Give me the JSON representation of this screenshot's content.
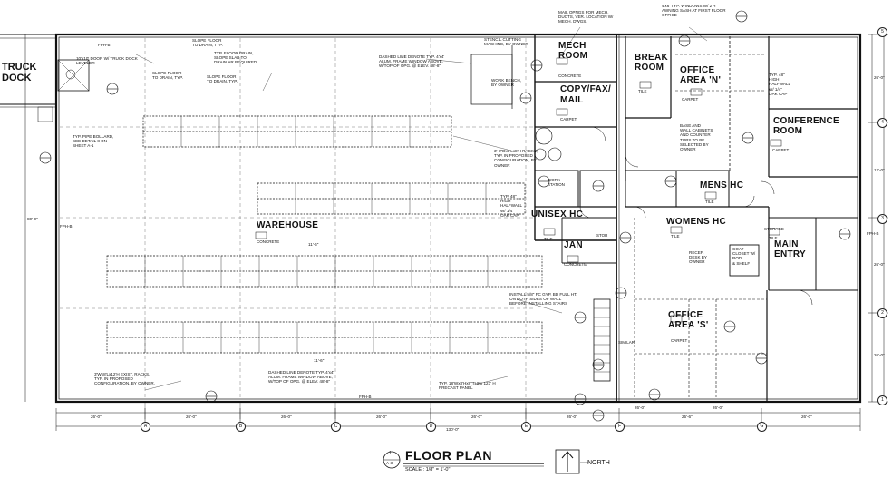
{
  "rooms": {
    "truck_dock": "TRUCK DOCK",
    "warehouse": "WAREHOUSE",
    "warehouse_finish": "CONCRETE",
    "mech_room": "MECH ROOM",
    "mech_finish": "CONCRETE",
    "break_room": "BREAK ROOM",
    "break_finish": "TILE",
    "office_n": "OFFICE AREA 'N'",
    "office_n_finish": "CARPET",
    "copy_fax": "COPY/FAX/",
    "mail": "MAIL",
    "copy_finish": "CARPET",
    "conference_room": "CONFERENCE ROOM",
    "conference_finish": "CARPET",
    "mens_hc": "MENS HC",
    "mens_finish": "TILE",
    "unisex_hc": "UNISEX HC",
    "unisex_finish": "TILE",
    "womens_hc": "WOMENS HC",
    "womens_finish": "TILE",
    "jan": "JAN",
    "jan_finish": "CONCRETE",
    "storage": "STORAGE",
    "storage_finish": "TILE",
    "main_entry": "MAIN ENTRY",
    "office_s": "OFFICE AREA 'S'",
    "office_s_finish": "CARPET",
    "work_station": "WORK STATION",
    "stor": "STOR",
    "similar": "SIMILAR"
  },
  "notes": {
    "dock_door": "10'x10' DOOR W/ TRUCK DOCK\nLEVELER",
    "floor_drain": "TYP. FLOOR DRAIN,\nSLOPE SLAB TO\nDRAIN AR REQUIRED.",
    "slope_floor_a": "SLOPE FLOOR\nTO DRAIN, TYP.",
    "slope_floor_b": "SLOPE FLOOR\nTO DRAIN, TYP.",
    "slope_floor_c": "SLOPE FLOOR\nTO DRAIN, TYP.",
    "window_north": "DASHED LINE DENOTE TYP. 4'x4'\nALUM. FRAME WINDOW ABOVE,\nW/TOP OF OPG. @ ELEV. 48'-8\"",
    "stencil": "STENCIL CUTTING\nMACHINE, BY OWNER",
    "work_bench": "WORK BENCH,\nBY OWNER",
    "mail_openings": "MAIL OPNGS FOR MECH.\nDUCTS, VER. LOCATION W/\nMECH. DWGS.",
    "typ_windows": "4'x6' TYP. WINDOWS W/ 2'H\nAWNING SASH AT FIRST FLOOR\nOFFICE",
    "halfwall_a": "TYP. 48\"\nHIGH\nHALFWALL\nW/ 1/4\"\nOAK CAP",
    "pipe_bollard": "TYP. PIPE BOLLARD,\nSEE DETAIL 8 ON\nSHEET A-1",
    "racks": "3'-8\"Dx8'Lx8'H RACKS,\nTYP. IN PROPOSED\nCONFIGURATION, BY\nOWNER",
    "base_cabinets": "BASE AND\nWALL CABINETS\nAND COUNTER\nTOPS TO BE\nSELECTED BY\nOWNER",
    "halfwall_b": "TYP. 48\"\nHIGH\nHALFWALL\nW/ 1/4\"\nOAK CAP",
    "recep_desk": "RECEP.\nDESK BY\nOWNER",
    "coat_closet": "COAT\nCLOSET W/\nROD\n& SHELF",
    "install_fc": "INSTALL 5/8\" FC GYP. BD FULL HT.\nON BOTH SIDES OF WALL\nBEFORE INSTALLING STAIRS",
    "racks_exist": "3'Wx8'Lx12'H EXIST. RACKS,\nTYP. IN PROPOSED\nCONFIGURATION, BY OWNER.",
    "window_south": "DASHED LINE DENOTE TYP. 4'x4'\nALUM. FRAME WINDOW ABOVE,\nW/TOP OF OPG. @ ELEV. 48'-8\"",
    "precast": "TYP. 18'Wx8'Hx8\"THKx 123' H\nPRECAST PANEL",
    "fph_a": "FPH-B",
    "fph_b": "FPH-B",
    "fph_c": "FPH-B",
    "fph_d": "FPH-B"
  },
  "dimensions": {
    "bottom": [
      "26'-0\"",
      "26'-0\"",
      "26'-0\"",
      "26'-0\"",
      "26'-0\"",
      "26'-0\"",
      "26'-0\"",
      "26'-0\"",
      "25'-6\"",
      "26'-0\""
    ],
    "overall": "130'-0\"",
    "left_overall": "80'-0\"",
    "right_segments": [
      "26'-0\"",
      "12'-0\"",
      "26'-0\"",
      "26'-0\""
    ],
    "interior_a": "11'-6\"",
    "interior_b": "11'-6\""
  },
  "grid": {
    "bottom": [
      "A",
      "B",
      "C",
      "D",
      "E",
      "F",
      "G"
    ],
    "right": [
      "5",
      "4",
      "3",
      "2",
      "1"
    ]
  },
  "title": {
    "main": "FLOOR PLAN",
    "scale_label": "SCALE : 1/8\" = 1'-0\"",
    "sheet_num": "1",
    "sheet_ref": "A-3",
    "north": "NORTH"
  }
}
